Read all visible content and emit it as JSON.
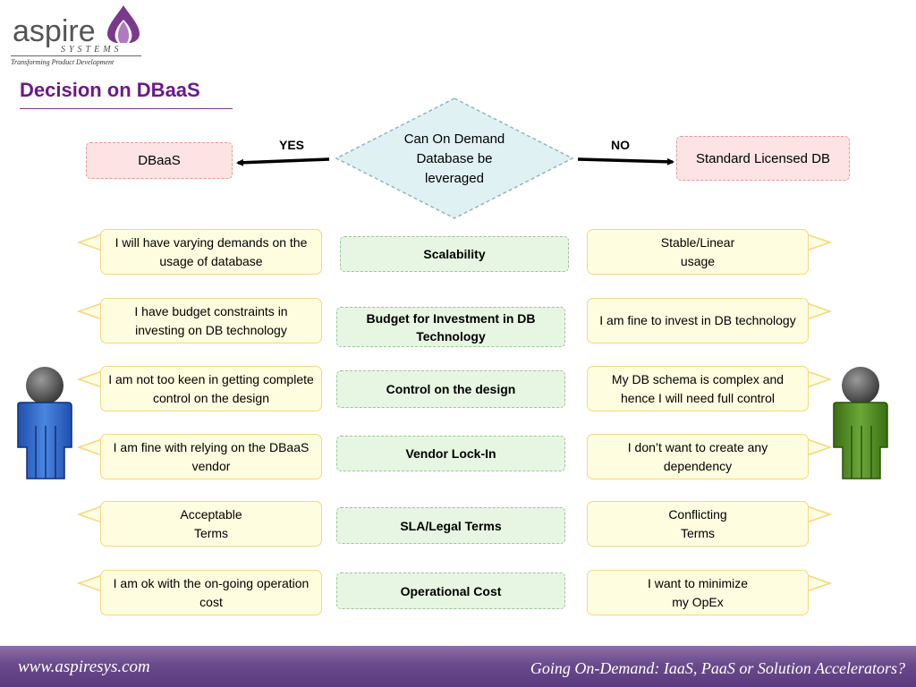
{
  "logo": {
    "word": "aspire",
    "sub": "SYSTEMS",
    "tagline": "Transforming Product Development"
  },
  "title": "Decision on DBaaS",
  "decision": {
    "question": "Can On Demand Database be leveraged",
    "yes_label": "YES",
    "no_label": "NO",
    "yes_result": "DBaaS",
    "no_result": "Standard Licensed DB"
  },
  "rows": [
    {
      "criterion": "Scalability",
      "yes": "I will have varying demands on the usage of database",
      "no": "Stable/Linear\nusage"
    },
    {
      "criterion": "Budget for Investment in DB Technology",
      "yes": "I have budget constraints in investing on DB technology",
      "no": "I am fine to invest in DB technology"
    },
    {
      "criterion": "Control on the design",
      "yes": "I am not too keen in getting complete control on the design",
      "no": "My DB schema is complex and hence I will need full control"
    },
    {
      "criterion": "Vendor Lock-In",
      "yes": "I am fine with relying on the DBaaS vendor",
      "no": "I don’t want to create any dependency"
    },
    {
      "criterion": "SLA/Legal Terms",
      "yes": "Acceptable\nTerms",
      "no": "Conflicting\nTerms"
    },
    {
      "criterion": "Operational Cost",
      "yes": "I am ok with the on-going operation cost",
      "no": "I want to minimize\nmy OpEx"
    }
  ],
  "footer": {
    "url": "www.aspiresys.com",
    "tagline": "Going On-Demand: IaaS, PaaS or Solution Accelerators?"
  },
  "colors": {
    "title": "#6a1a8c",
    "person_left": "#2e63c8",
    "person_right": "#4c8a1c",
    "footer": "#6a4a8c"
  }
}
